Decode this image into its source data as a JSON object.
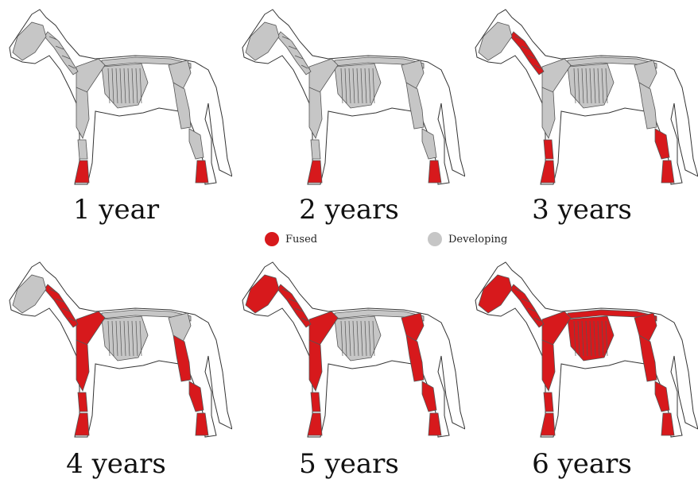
{
  "colors": {
    "fused": "#d7191c",
    "developing": "#c6c6c6",
    "outline": "#333333",
    "bone_edge": "#555555"
  },
  "legend": {
    "fused_label": "Fused",
    "developing_label": "Developing"
  },
  "panels": [
    {
      "label": "1 year",
      "fused": [
        "lower_legs"
      ]
    },
    {
      "label": "2 years",
      "fused": [
        "lower_legs"
      ]
    },
    {
      "label": "3 years",
      "fused": [
        "lower_legs",
        "neck",
        "front_cannon",
        "hind_cannon"
      ]
    },
    {
      "label": "4 years",
      "fused": [
        "lower_legs",
        "neck",
        "front_cannon",
        "hind_cannon",
        "scapula",
        "front_upper",
        "hind_upper"
      ]
    },
    {
      "label": "5 years",
      "fused": [
        "lower_legs",
        "neck",
        "front_cannon",
        "hind_cannon",
        "scapula",
        "front_upper",
        "hind_upper",
        "skull",
        "pelvis"
      ]
    },
    {
      "label": "6 years",
      "fused": [
        "lower_legs",
        "neck",
        "front_cannon",
        "hind_cannon",
        "scapula",
        "front_upper",
        "hind_upper",
        "skull",
        "pelvis",
        "spine",
        "ribs"
      ]
    }
  ]
}
